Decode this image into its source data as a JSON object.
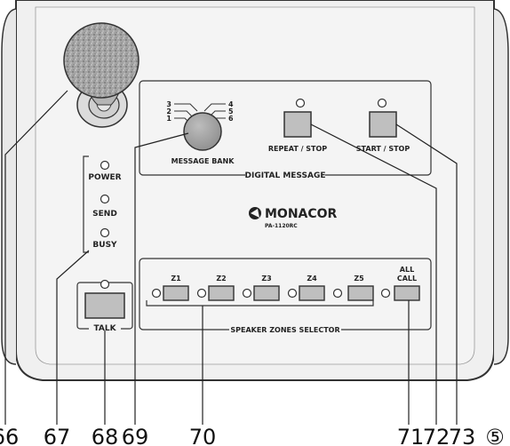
{
  "device": {
    "brand": "MONACOR",
    "model": "PA-1120RC"
  },
  "indicators": {
    "power": "POWER",
    "send": "SEND",
    "busy": "BUSY"
  },
  "talk": {
    "label": "TALK"
  },
  "digital_message": {
    "panel_title": "DIGITAL MESSAGE",
    "bank_label": "MESSAGE BANK",
    "bank_positions": [
      "1",
      "2",
      "3",
      "4",
      "5",
      "6"
    ],
    "repeat_label": "REPEAT / STOP",
    "start_label": "START / STOP"
  },
  "zones": {
    "panel_title": "SPEAKER ZONES SELECTOR",
    "buttons": [
      "Z1",
      "Z2",
      "Z3",
      "Z4",
      "Z5"
    ],
    "all_call_line1": "ALL",
    "all_call_line2": "CALL"
  },
  "callouts": [
    "66",
    "67",
    "68",
    "69",
    "70",
    "71",
    "72",
    "73"
  ],
  "figure_number": "⑤",
  "colors": {
    "panel_fill": "#f0f0f0",
    "line": "#333333",
    "button_fill": "#bfbfbf",
    "mic_fill": "#a8a8a8"
  }
}
